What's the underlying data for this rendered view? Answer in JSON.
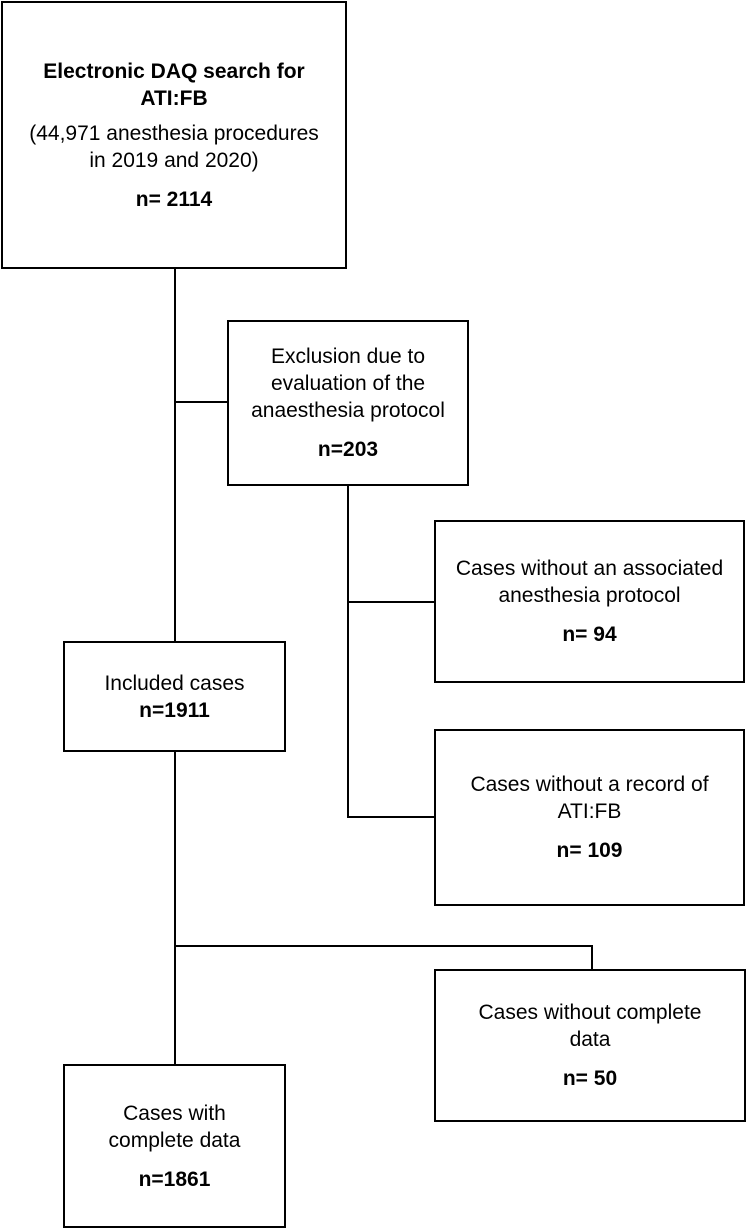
{
  "boxes": {
    "search": {
      "title_lines": [
        "Electronic DAQ search for",
        "ATI:FB"
      ],
      "detail_lines": [
        "(44,971 anesthesia procedures",
        "in 2019 and 2020)"
      ],
      "count": "n= 2114"
    },
    "exclusion": {
      "lines": [
        "Exclusion due to",
        "evaluation of the",
        "anaesthesia protocol"
      ],
      "count": "n=203"
    },
    "no_protocol": {
      "lines": [
        "Cases without an associated",
        "anesthesia protocol"
      ],
      "count": "n= 94"
    },
    "no_record": {
      "lines": [
        "Cases without a record of",
        "ATI:FB"
      ],
      "count": "n= 109"
    },
    "included": {
      "lines": [
        "Included cases"
      ],
      "count": "n=1911"
    },
    "incomplete": {
      "lines": [
        "Cases without complete",
        "data"
      ],
      "count": "n= 50"
    },
    "complete": {
      "lines": [
        "Cases with",
        "complete data"
      ],
      "count": "n=1861"
    }
  }
}
